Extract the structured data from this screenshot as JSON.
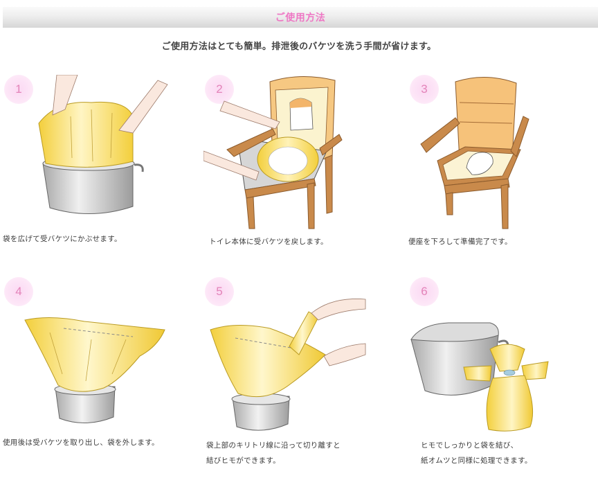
{
  "header": {
    "title": "ご使用方法",
    "title_color": "#ee77c4"
  },
  "subtitle": "ご使用方法はとても簡単。排泄後のバケツを洗う手間が省けます。",
  "steps": [
    {
      "number": "1",
      "icon": "bag-over-bucket-illustration",
      "caption_lines": [
        "袋を広げて受バケツにかぶせます。"
      ]
    },
    {
      "number": "2",
      "icon": "bucket-into-toilet-chair-illustration",
      "caption_lines": [
        "トイレ本体に受バケツを戻します。"
      ]
    },
    {
      "number": "3",
      "icon": "toilet-chair-seat-down-illustration",
      "caption_lines": [
        "便座を下ろして準備完了です。"
      ]
    },
    {
      "number": "4",
      "icon": "bag-removed-from-bucket-illustration",
      "caption_lines": [
        "使用後は受バケツを取り出し、袋を外します。"
      ]
    },
    {
      "number": "5",
      "icon": "tear-along-perforation-illustration",
      "caption_lines": [
        "袋上部のキリトリ線に沿って切り離すと",
        "結びヒモができます。"
      ]
    },
    {
      "number": "6",
      "icon": "tied-bag-next-to-bucket-illustration",
      "caption_lines": [
        "ヒモでしっかりと袋を結び、",
        "紙オムツと同様に処理できます。"
      ]
    }
  ],
  "colors": {
    "number_badge_bg": "#fde6f7",
    "number_text": "#e384b9",
    "bag_yellow": "#f7d64a",
    "bucket_gray": "#c9c9c9",
    "chair_wood": "#c98a4b",
    "chair_panel": "#f3c27a"
  }
}
